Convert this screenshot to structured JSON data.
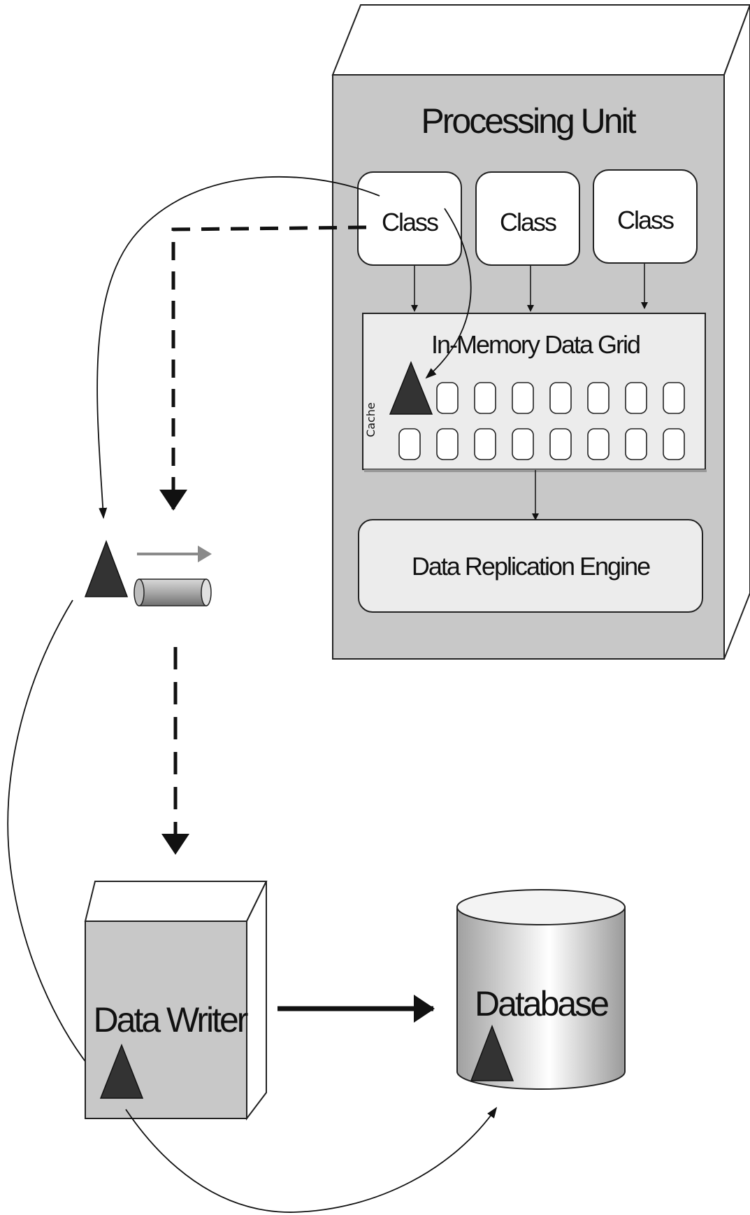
{
  "processing_unit": {
    "title": "Processing Unit",
    "classes": [
      "Class",
      "Class",
      "Class"
    ],
    "grid_title": "In-Memory Data Grid",
    "cache_label": "Cache",
    "replication_label": "Data Replication Engine"
  },
  "data_writer": {
    "label": "Data Writer"
  },
  "database": {
    "label": "Database"
  },
  "colors": {
    "box_fill": "#c8c8c8",
    "grid_fill": "#ececec",
    "triangle": "#333333",
    "stroke": "#222222"
  }
}
